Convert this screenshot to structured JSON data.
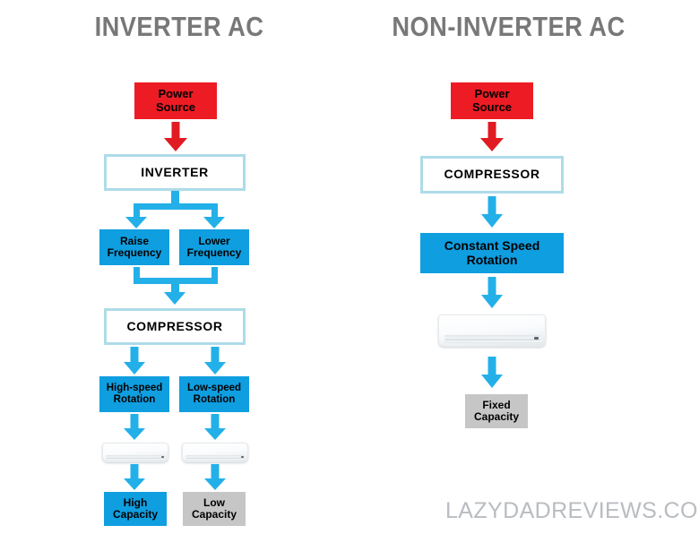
{
  "diagram": {
    "watermark": "LAZYDADREVIEWS.COM",
    "colors": {
      "power_red": "#ed1c24",
      "process_blue": "#0f9ee0",
      "arrow_blue": "#23b0e8",
      "arrow_red": "#e01b22",
      "outline_blue": "#aedbe8",
      "neutral_gray": "#c6c6c6",
      "title_gray": "#787878",
      "watermark_gray": "#b9bcc0",
      "background": "#ffffff"
    }
  },
  "columns": {
    "left": {
      "title": "INVERTER AC",
      "nodes": {
        "power_source": "Power\nSource",
        "power_source_line1": "Power",
        "power_source_line2": "Source",
        "inverter": "INVERTER",
        "raise_frequency_line1": "Raise",
        "raise_frequency_line2": "Frequency",
        "lower_frequency_line1": "Lower",
        "lower_frequency_line2": "Frequency",
        "compressor": "COMPRESSOR",
        "high_speed_line1": "High-speed",
        "high_speed_line2": "Rotation",
        "low_speed_line1": "Low-speed",
        "low_speed_line2": "Rotation",
        "ac_unit_high": "air-conditioner-unit",
        "ac_unit_low": "air-conditioner-unit",
        "high_capacity_line1": "High",
        "high_capacity_line2": "Capacity",
        "low_capacity_line1": "Low",
        "low_capacity_line2": "Capacity"
      }
    },
    "right": {
      "title": "NON-INVERTER AC",
      "nodes": {
        "power_source_line1": "Power",
        "power_source_line2": "Source",
        "compressor": "COMPRESSOR",
        "constant_speed_line1": "Constant Speed",
        "constant_speed_line2": "Rotation",
        "ac_unit": "air-conditioner-unit",
        "fixed_capacity_line1": "Fixed",
        "fixed_capacity_line2": "Capacity"
      }
    }
  }
}
